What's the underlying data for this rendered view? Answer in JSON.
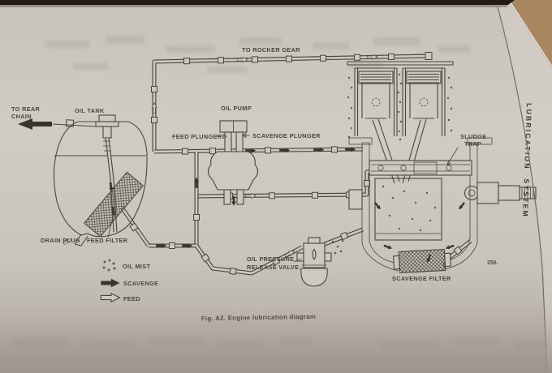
{
  "photo": {
    "paper_color": "#cdc8c2",
    "ink_color": "#4b453d",
    "table_color": "#a8865f",
    "top_strip_color": "#241c13",
    "bottom_shadow_color": "#a19a90"
  },
  "page": {
    "tab_vertical": "LUBRICATION SYSTEM",
    "page_number": "256.",
    "caption": "Fig. A2. Engine lubrication diagram"
  },
  "diagram": {
    "labels": {
      "to_rocker_gear": "TO ROCKER GEAR",
      "to_rear_1": "TO REAR",
      "to_rear_2": "CHAIN",
      "oil_tank": "OIL TANK",
      "oil_pump": "OIL PUMP",
      "feed_plunger": "FEED PLUNGER",
      "scavenge_plunger": "SCAVENGE PLUNGER",
      "sludge_1": "SLUDGE",
      "sludge_2": "TRAP",
      "drain_plug": "DRAIN PLUG",
      "feed_filter": "FEED FILTER",
      "oil_pressure_1": "OIL PRESSURE",
      "oil_pressure_2": "RELEASE VALVE",
      "scavenge_filter": "SCAVENGE FILTER"
    },
    "legend": [
      {
        "symbol": "oil-mist-dots",
        "label": "OIL MIST"
      },
      {
        "symbol": "scavenge-solid-arrow",
        "label": "SCAVENGE"
      },
      {
        "symbol": "feed-open-arrow",
        "label": "FEED"
      }
    ]
  }
}
